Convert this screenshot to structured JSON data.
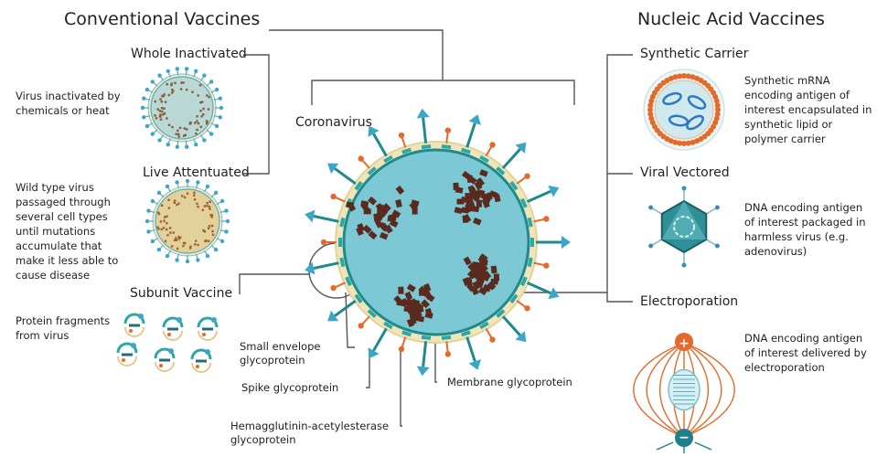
{
  "headings": {
    "conventional": "Conventional Vaccines",
    "nucleic": "Nucleic Acid Vaccines",
    "center": "Coronavirus"
  },
  "conventional": {
    "whole_inactivated": {
      "title": "Whole Inactivated",
      "desc": [
        "Virus inactivated by",
        "chemicals or heat"
      ]
    },
    "live_attenuated": {
      "title": "Live Attentuated",
      "desc": [
        "Wild type virus",
        "passaged through",
        "several cell types",
        "until mutations",
        "accumulate that",
        "make it less able to",
        "cause disease"
      ]
    },
    "subunit": {
      "title": "Subunit Vaccine",
      "desc": [
        "Protein fragments",
        "from virus"
      ]
    }
  },
  "nucleic": {
    "synthetic_carrier": {
      "title": "Synthetic Carrier",
      "desc": [
        "Synthetic mRNA",
        "encoding antigen of",
        "interest encapsulated in",
        "synthetic lipid or",
        "polymer carrier"
      ]
    },
    "viral_vectored": {
      "title": "Viral Vectored",
      "desc": [
        "DNA encoding antigen",
        "of interest packaged in",
        "harmless virus (e.g.",
        "adenovirus)"
      ]
    },
    "electroporation": {
      "title": "Electroporation",
      "desc": [
        "DNA encoding antigen",
        "of interest delivered by",
        "electroporation"
      ]
    }
  },
  "virus_labels": {
    "small_envelope": [
      "Small envelope",
      "glycoprotein"
    ],
    "spike": "Spike glycoprotein",
    "membrane": "Membrane glycoprotein",
    "hemagglutinin": [
      "Hemagglutinin-acetylesterase",
      "glycoprotein"
    ]
  },
  "electro_signs": {
    "plus": "+",
    "minus": "−"
  },
  "colors": {
    "teal": "#2aa8a8",
    "teal_dark": "#1f8a8c",
    "core": "#7cc8d4",
    "rna": "#5a2a1e",
    "spike_tip": "#3aa6c8",
    "orange": "#e36a2a",
    "membrane": "#f1e4b8",
    "line": "#555555"
  }
}
